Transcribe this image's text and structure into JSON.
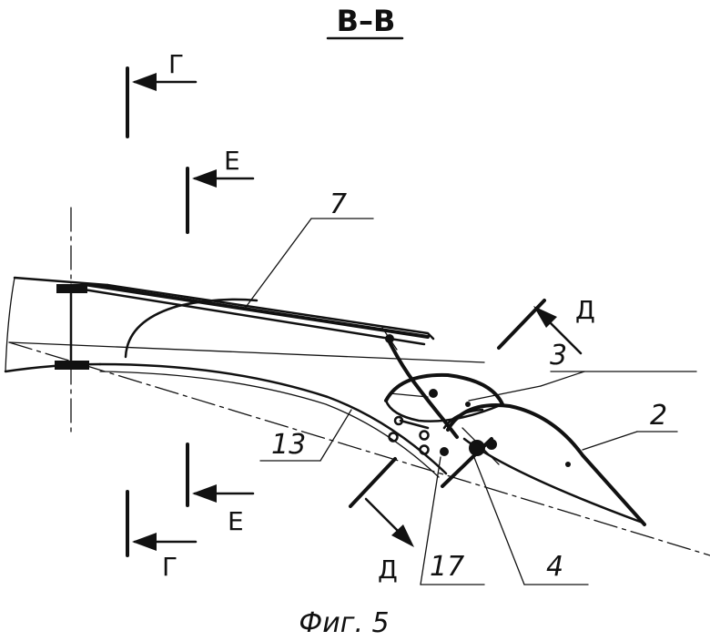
{
  "figure": {
    "section_title": "В–В",
    "caption": "Фиг. 5"
  },
  "section_marks": {
    "g_top": "Г",
    "e_top": "Е",
    "e_bottom": "Е",
    "g_bottom": "Г",
    "d_upper": "Д",
    "d_lower": "Д"
  },
  "callouts": {
    "c7": "7",
    "c3": "3",
    "c2": "2",
    "c13": "13",
    "c17": "17",
    "c4": "4"
  }
}
